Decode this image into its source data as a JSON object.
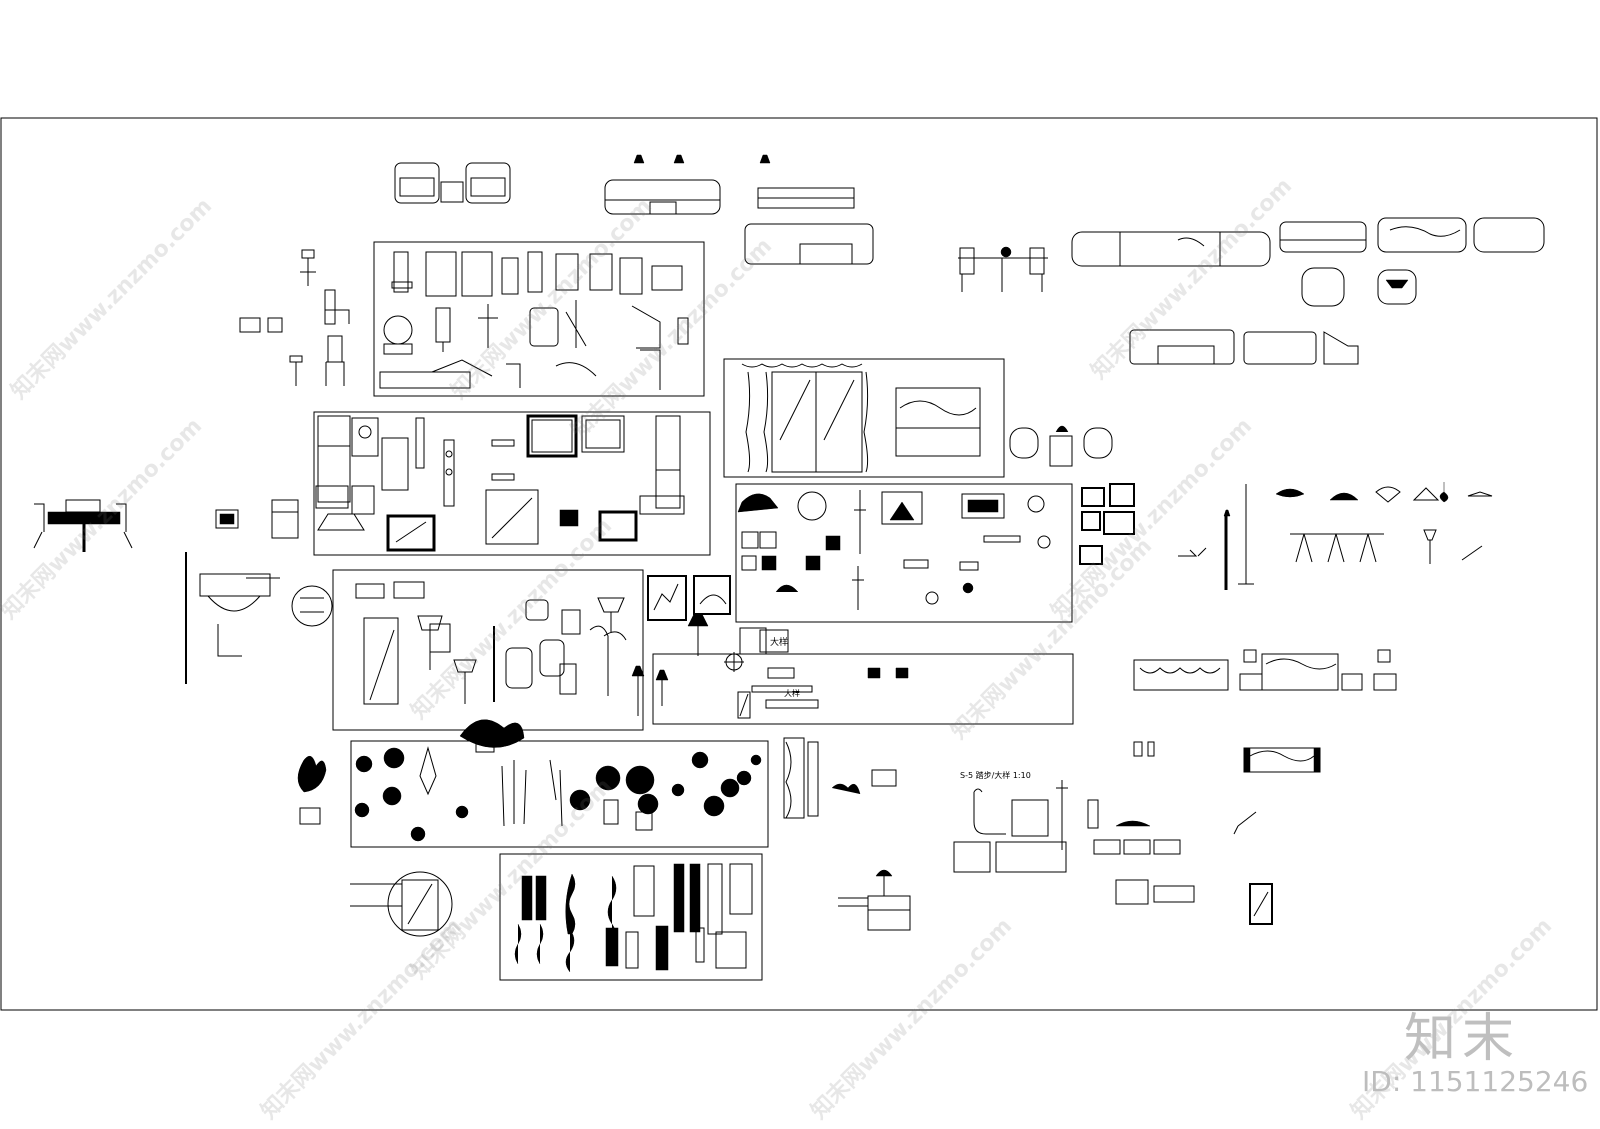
{
  "drawing": {
    "labels": {
      "detail_a": "大样",
      "detail_b": "大样",
      "scale_note": "S-5 踏步/大样 1:10"
    }
  },
  "watermark": {
    "site": "知末网www.znzmo.com",
    "brand": "知末",
    "id_label": "ID: 1151125246"
  }
}
